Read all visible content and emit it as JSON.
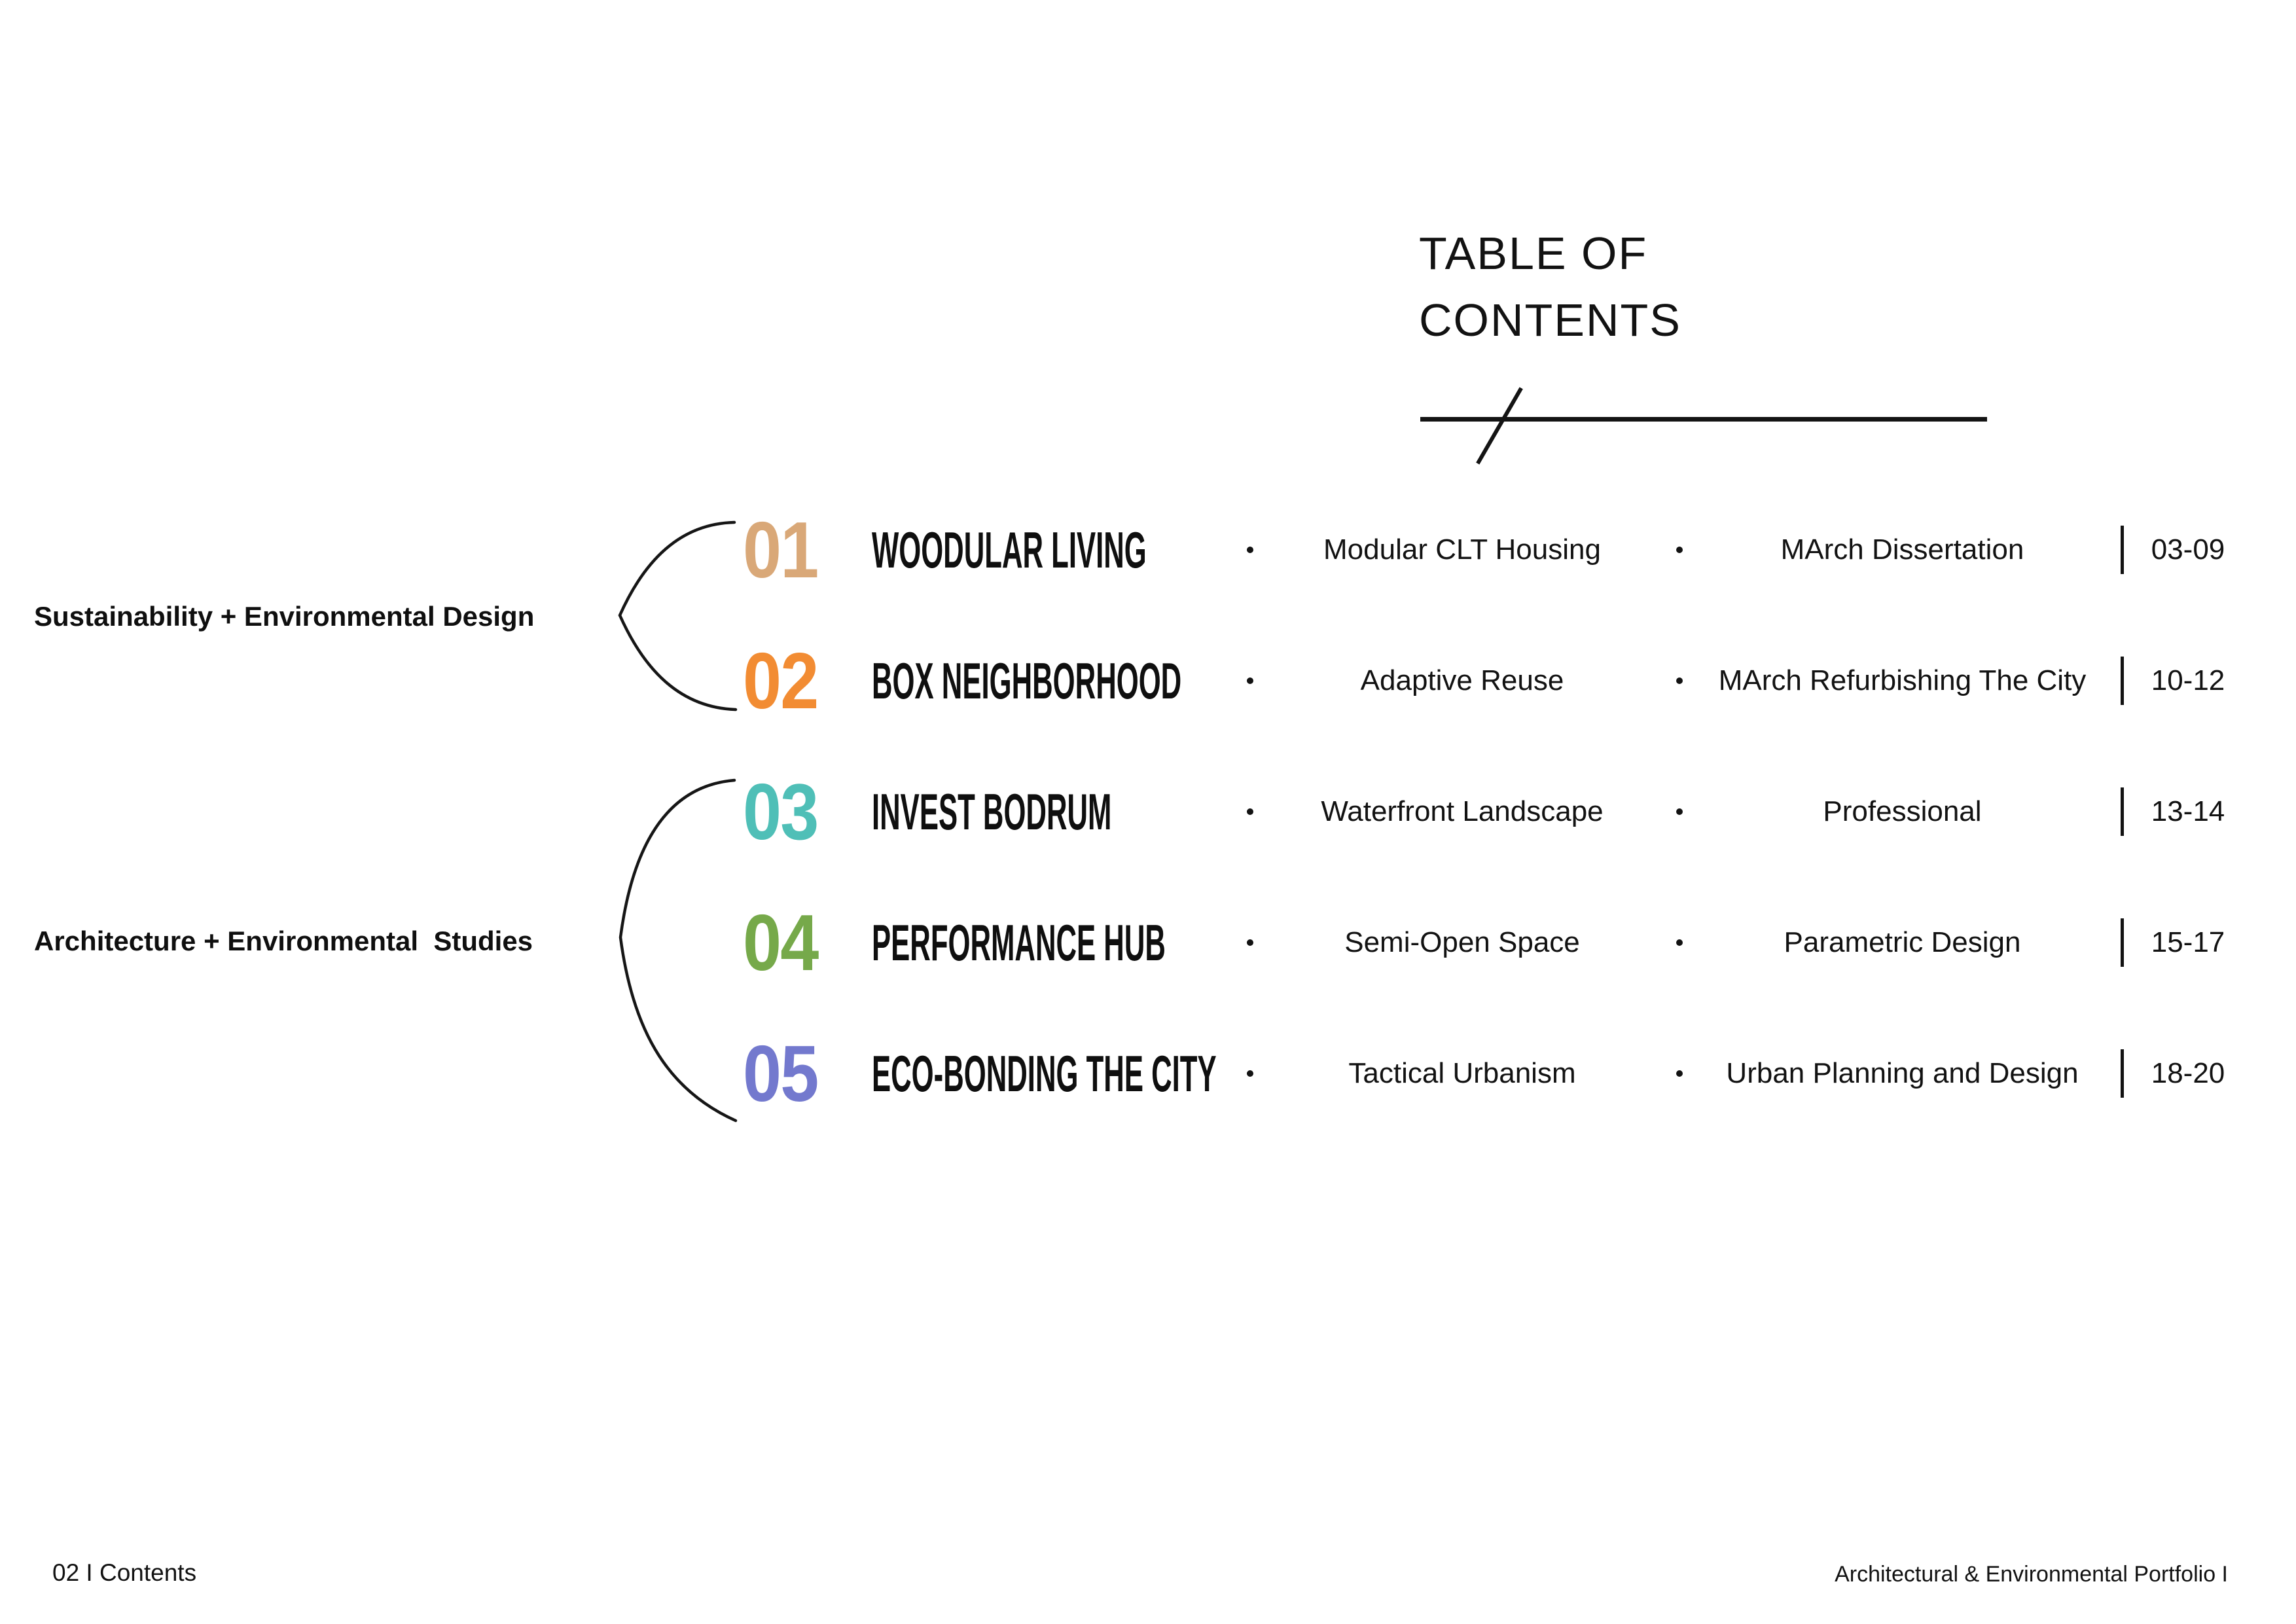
{
  "header": {
    "title_line1": "TABLE OF",
    "title_line2": "CONTENTS"
  },
  "groups": [
    {
      "label": "Sustainability + Environmental Design"
    },
    {
      "label": "Architecture + Environmental  Studies"
    }
  ],
  "entries": [
    {
      "number": "01",
      "color": "#D9A878",
      "title": "WOODULAR LIVING",
      "subtitle": "Modular CLT Housing",
      "category": "MArch Dissertation",
      "pages": "03-09"
    },
    {
      "number": "02",
      "color": "#F28C33",
      "title": "BOX NEIGHBORHOOD",
      "subtitle": "Adaptive Reuse",
      "category": "MArch Refurbishing The City",
      "pages": "10-12"
    },
    {
      "number": "03",
      "color": "#4FBFB7",
      "title": "INVEST BODRUM",
      "subtitle": "Waterfront Landscape",
      "category": "Professional",
      "pages": "13-14"
    },
    {
      "number": "04",
      "color": "#76A94A",
      "title": "PERFORMANCE HUB",
      "subtitle": "Semi-Open Space",
      "category": "Parametric Design",
      "pages": "15-17"
    },
    {
      "number": "05",
      "color": "#7379CE",
      "title": "ECO-BONDING THE CITY",
      "subtitle": "Tactical Urbanism",
      "category": "Urban Planning and Design",
      "pages": "18-20"
    }
  ],
  "footer": {
    "left": "02 I Contents",
    "right": "Architectural & Environmental Portfolio I"
  }
}
